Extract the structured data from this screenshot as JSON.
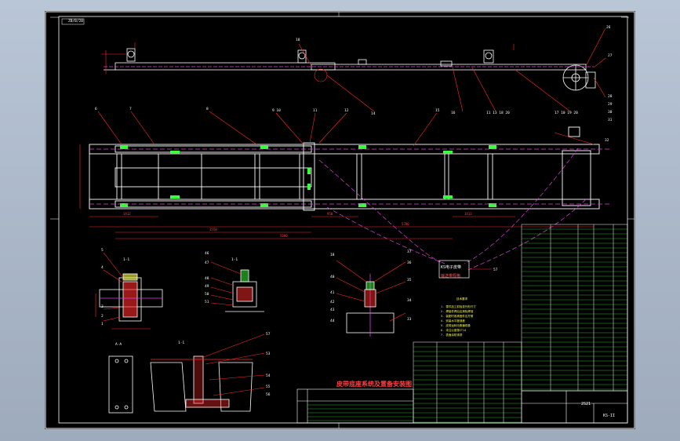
{
  "colors": {
    "background": "#000000",
    "frame": "#ffffff",
    "leader": "#ff2a2a",
    "dim": "#ff4040",
    "part": "#ffffff",
    "magenta": "#e040e0",
    "green": "#39ff3a",
    "yellow": "#ffff40",
    "cyan": "#40ffff"
  },
  "drawing": {
    "title": "皮带底座系统及置备安装图",
    "figure_code": "2S21",
    "drawing_no": "KS-II",
    "ref_label": "ZB/B/20",
    "part_tag": "KS电子皮带",
    "part_tag_note": "输送带规格"
  },
  "icons": [
    "pulley-icon",
    "bearing-block-icon",
    "clamp-icon",
    "section-view-icon"
  ]
}
